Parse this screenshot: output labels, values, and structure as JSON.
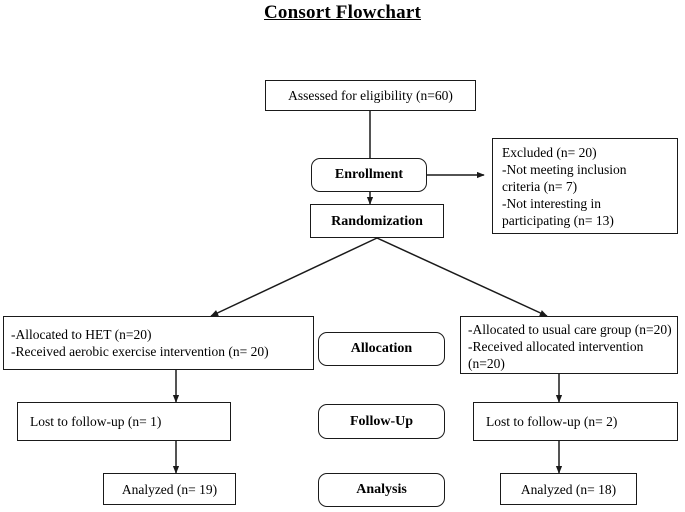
{
  "title": "Consort Flowchart",
  "stages": {
    "enrollment": "Enrollment",
    "randomization": "Randomization",
    "allocation": "Allocation",
    "followup": "Follow-Up",
    "analysis": "Analysis"
  },
  "nodes": {
    "assessed": "Assessed for eligibility  (n=60)",
    "excluded": "Excluded  (n= 20)\n-Not meeting inclusion\ncriteria (n= 7)\n-Not interesting in\nparticipating (n= 13)",
    "allocated_left": "-Allocated to HET (n=20)\n-Received aerobic exercise intervention (n= 20)",
    "allocated_right": "-Allocated to usual care group (n=20)\n-Received allocated intervention\n(n=20)",
    "lost_left": "Lost to follow-up  (n= 1)",
    "lost_right": "Lost to follow-up  (n= 2)",
    "analyzed_left": "Analyzed  (n= 19)",
    "analyzed_right": "Analyzed  (n= 18)"
  },
  "colors": {
    "line": "#1a1a1a",
    "background": "#ffffff",
    "text": "#000000"
  }
}
